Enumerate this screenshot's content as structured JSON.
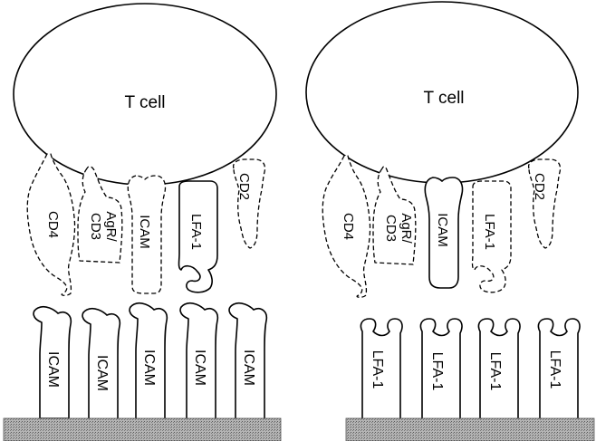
{
  "panels": [
    {
      "cell_label": "T cell",
      "membrane_molecules": [
        {
          "label": "CD4",
          "style": "dashed"
        },
        {
          "label": "AgR/\nCD3",
          "style": "dashed"
        },
        {
          "label": "ICAM",
          "style": "dashed"
        },
        {
          "label": "LFA-1",
          "style": "solid"
        },
        {
          "label": "CD2",
          "style": "dashed"
        }
      ],
      "substrate_molecules": [
        "ICAM",
        "ICAM",
        "ICAM",
        "ICAM",
        "ICAM"
      ]
    },
    {
      "cell_label": "T cell",
      "membrane_molecules": [
        {
          "label": "CD4",
          "style": "dashed"
        },
        {
          "label": "AgR/\nCD3",
          "style": "dashed"
        },
        {
          "label": "ICAM",
          "style": "solid"
        },
        {
          "label": "LFA-1",
          "style": "dashed"
        },
        {
          "label": "CD2",
          "style": "dashed"
        }
      ],
      "substrate_molecules": [
        "LFA-1",
        "LFA-1",
        "LFA-1",
        "LFA-1"
      ]
    }
  ],
  "colors": {
    "outline": "#000000",
    "substrate_fill": "#9a9a9a",
    "background": "#ffffff"
  }
}
